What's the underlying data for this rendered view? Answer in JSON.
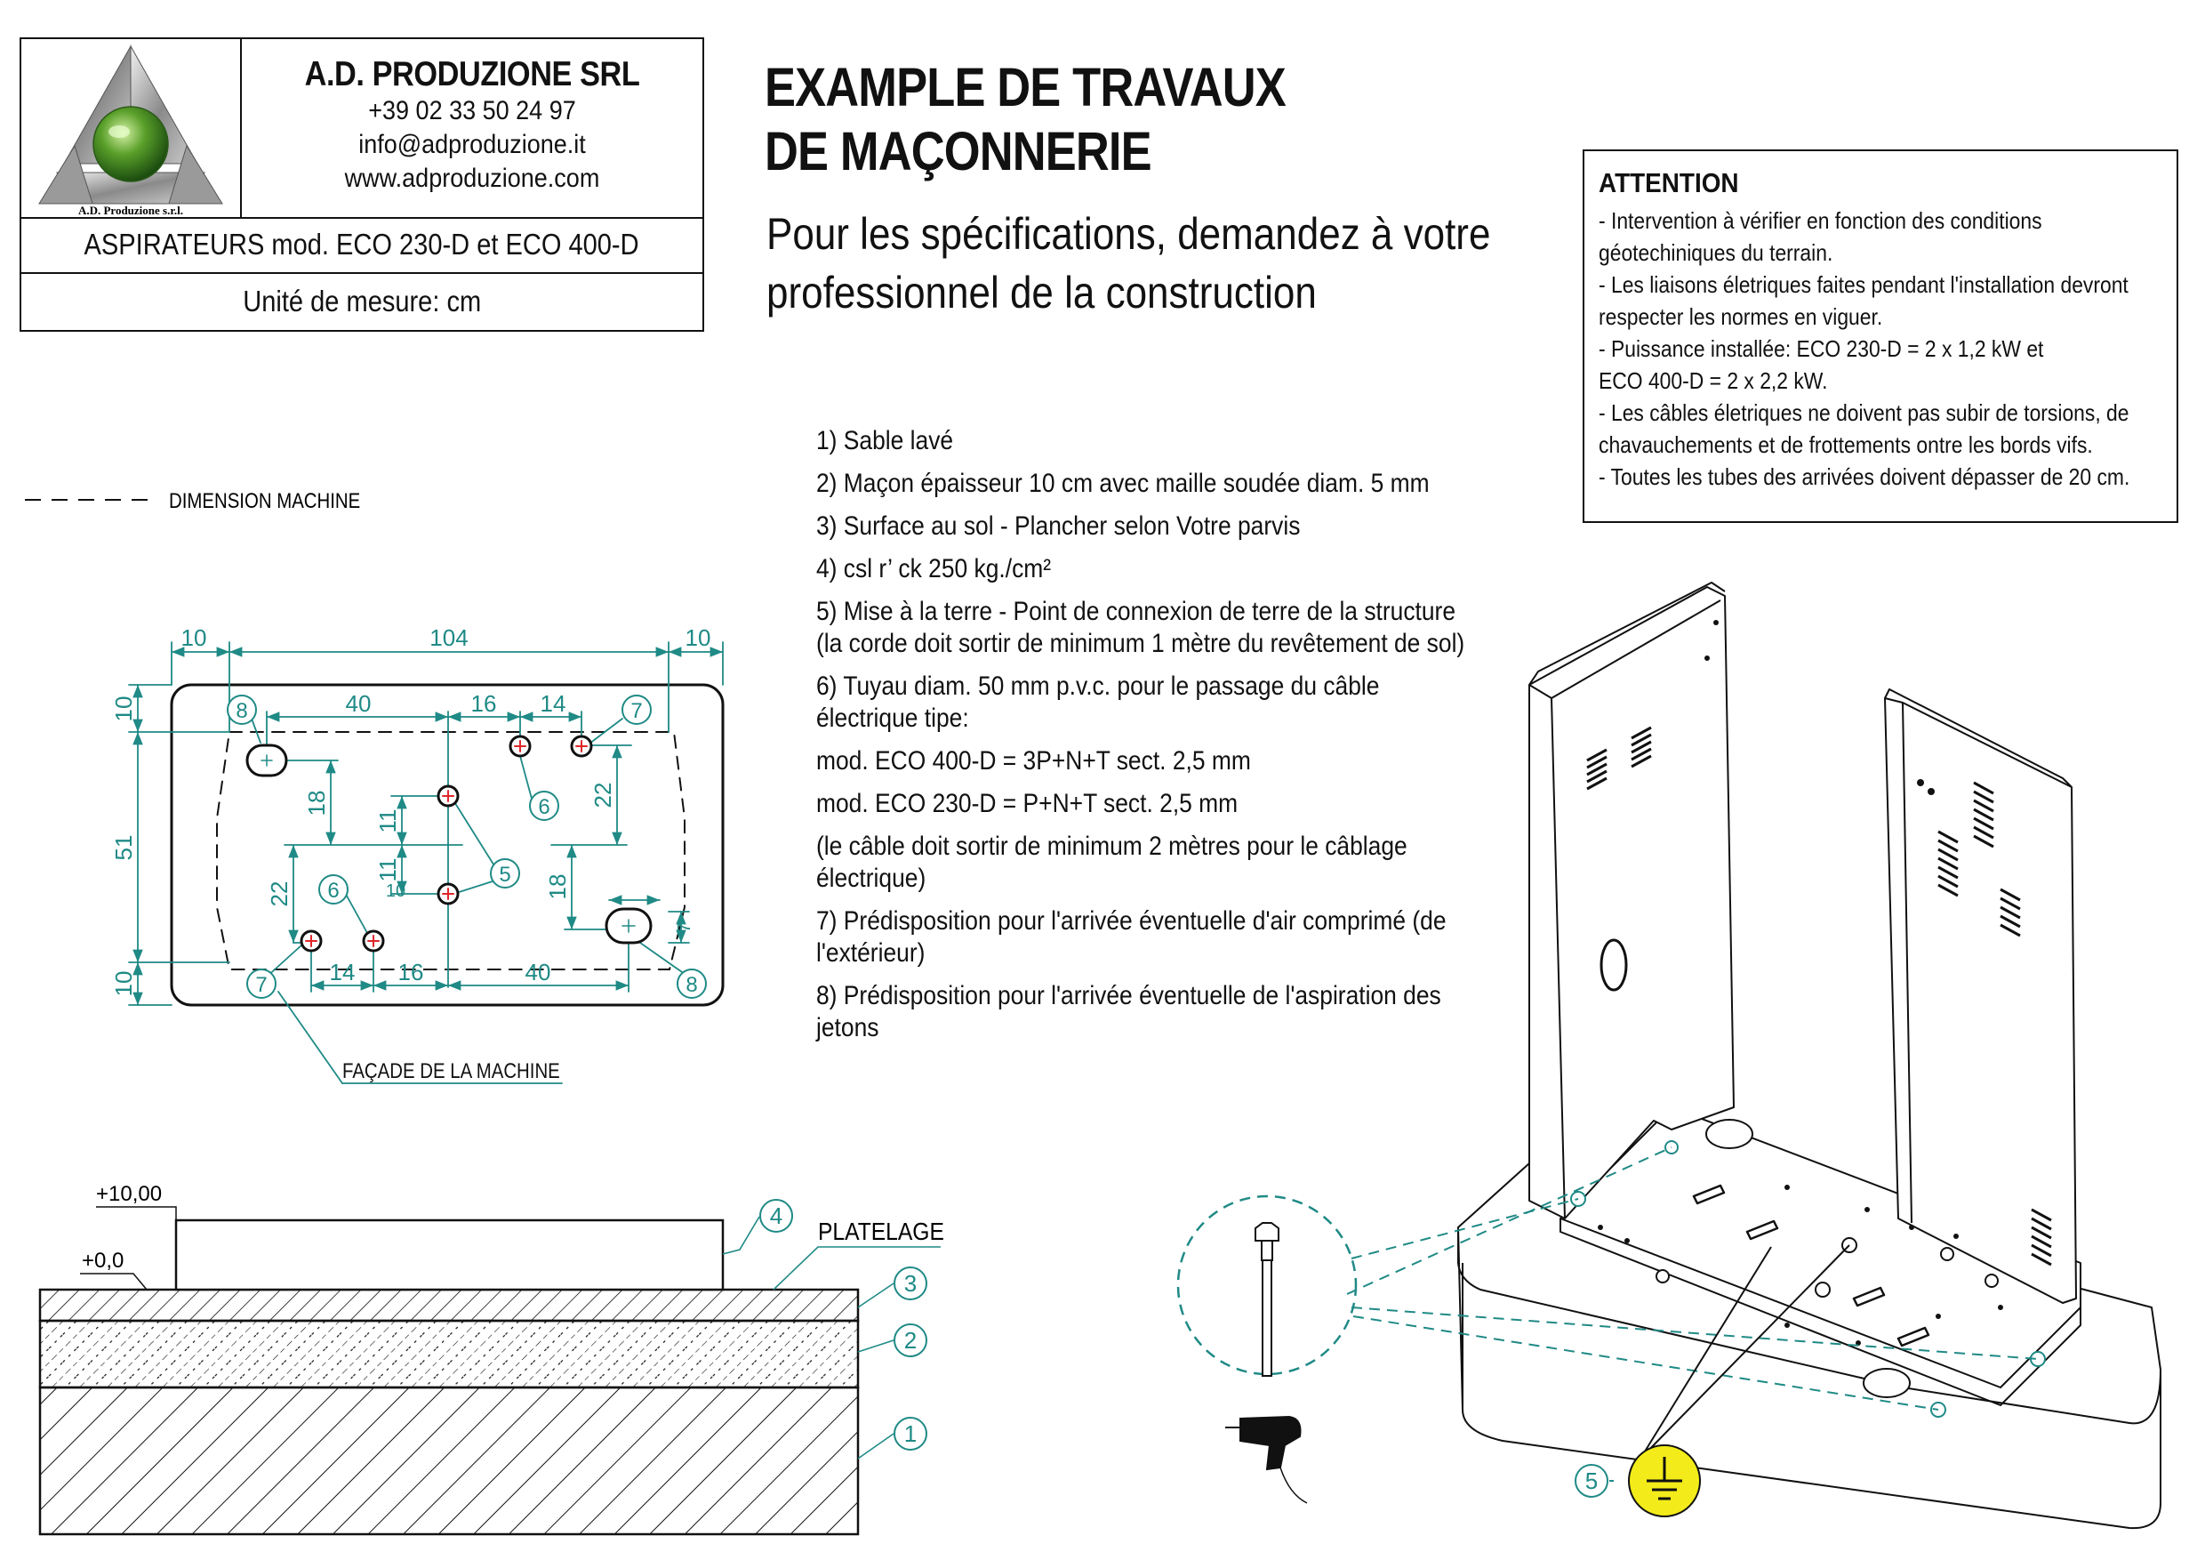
{
  "company": {
    "logo_text": "A.D. Produzione s.r.l.",
    "name": "A.D. PRODUZIONE SRL",
    "phone": "+39 02 33 50 24 97",
    "email": "info@adproduzione.it",
    "website": "www.adproduzione.com"
  },
  "product": "ASPIRATEURS mod. ECO 230-D et ECO 400-D",
  "unit": "Unité de mesure: cm",
  "title": [
    "EXAMPLE DE TRAVAUX",
    "DE MAÇONNERIE"
  ],
  "subtitle": [
    "Pour les spécifications, demandez à votre",
    "professionnel de la construction"
  ],
  "attention": {
    "heading": "ATTENTION",
    "lines": [
      "- Intervention à vérifier en fonction des conditions",
      "géotechiniques du terrain.",
      "- Les liaisons életriques faites pendant l'installation devront",
      "respecter les normes en viguer.",
      "- Puissance installée: ECO 230-D = 2 x 1,2 kW et",
      "ECO 400-D = 2 x 2,2 kW.",
      "- Les câbles életriques ne doivent pas subir de torsions, de",
      "chavauchements et de frottements  ontre les bords vifs.",
      "- Toutes les tubes des arrivées doivent dépasser de 20 cm."
    ]
  },
  "notes": [
    {
      "l1": "1) Sable lavé"
    },
    {
      "l1": "2) Maçon épaisseur 10 cm avec maille soudée diam. 5 mm"
    },
    {
      "l1": "3) Surface au sol - Plancher selon Votre parvis"
    },
    {
      "l1": "4) csl r’ ck 250 kg./cm²"
    },
    {
      "l1": "5) Mise à la terre - Point de connexion de terre de la structure",
      "l2": "(la corde doit sortir de minimum 1 mètre du revêtement de sol)"
    },
    {
      "l1": "6) Tuyau diam. 50 mm p.v.c. pour le passage du câble",
      "l2": "électrique tipe:"
    },
    {
      "l1": "mod. ECO 400-D = 3P+N+T sect. 2,5 mm"
    },
    {
      "l1": "mod. ECO 230-D = P+N+T sect. 2,5 mm"
    },
    {
      "l1": "(le câble doit sortir de minimum 2 mètres pour le câblage",
      "l2": "électrique)"
    },
    {
      "l1": "7) Prédisposition pour l'arrivée éventuelle d'air comprimé (de",
      "l2": "l'extérieur)"
    },
    {
      "l1": "8) Prédisposition pour l'arrivée éventuelle de l'aspiration des",
      "l2": "jetons"
    }
  ],
  "plan": {
    "legend_dimension": "DIMENSION MACHINE",
    "facade_label": "FAÇADE DE LA MACHINE",
    "dims": {
      "top_left": "10",
      "top_mid": "104",
      "top_right": "10",
      "left_top": "10",
      "left_mid": "51",
      "left_bottom": "10",
      "d40_top": "40",
      "d16_top": "16",
      "d14_top": "14",
      "d14_bot": "14",
      "d16_bot": "16",
      "d40_bot": "40",
      "d18_left": "18",
      "d22_left": "22",
      "d11_a": "11",
      "d11_b": "11",
      "d22_right": "22",
      "d18_right": "18",
      "d10_small": "10",
      "d7_small": "7"
    },
    "callouts": {
      "c8a": "8",
      "c7a": "7",
      "c6a": "6",
      "c5": "5",
      "c6b": "6",
      "c7b": "7",
      "c8b": "8"
    }
  },
  "section": {
    "level_top": "+10,00",
    "level_zero": "+0,0",
    "platelage": "PLATELAGE",
    "callouts": {
      "c4": "4",
      "c3": "3",
      "c2": "2",
      "c1": "1"
    }
  },
  "iso": {
    "callout5": "5"
  },
  "colors": {
    "teal": "#1f8a86",
    "red": "#e0262b",
    "ground_yellow": "#f3ec1a",
    "line": "#111111"
  }
}
